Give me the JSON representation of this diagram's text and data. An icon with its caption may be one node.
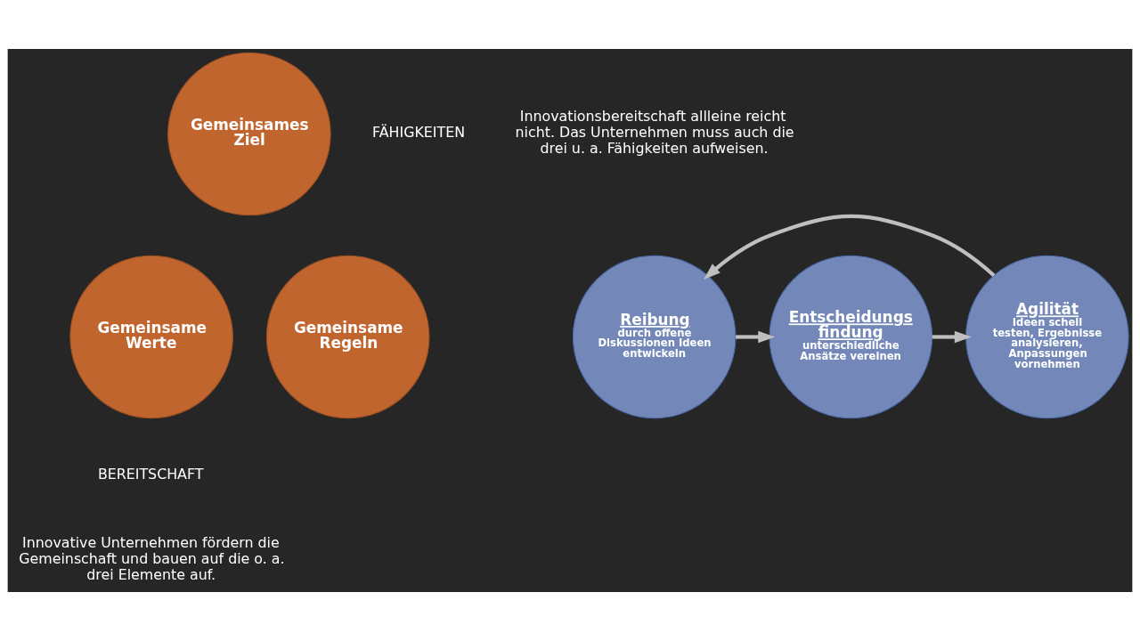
{
  "diagram": {
    "nodes": [
      {
        "text": [
          "Gemeinsames Ziel"
        ]
      },
      {
        "text": [
          "Gemeinsame Werte"
        ]
      },
      {
        "text": [
          "Gemeinsame Regeln"
        ]
      },
      {
        "text": [
          "Reibung",
          "durch offene Diskussionen Ideen entwickeln"
        ]
      },
      {
        "text": [
          "Entscheidungs findung",
          "unterschiedliche Ansätze vereinen"
        ]
      },
      {
        "text": [
          "Agilität",
          "Ideen schell testen, Ergebnisse analysieren, Anpassungen vornehmen"
        ]
      }
    ],
    "edges": [
      {
        "from": 3,
        "to": 4,
        "arrow": "to"
      },
      {
        "from": 4,
        "to": 5,
        "arrow": "to"
      },
      {
        "from": 5,
        "to": 3,
        "arrow": "to"
      }
    ],
    "labels": [
      "FÄHIGKEITEN",
      "Innovationsbereitschaft allleine reicht nicht. Das Unternehmen muss auch die drei u. a. Fähigkeiten aufweisen.",
      "BEREITSCHAFT",
      "Innovative Unternehmen fördern die Gemeinschaft und bauen auf die o. a. drei Elemente auf."
    ]
  }
}
